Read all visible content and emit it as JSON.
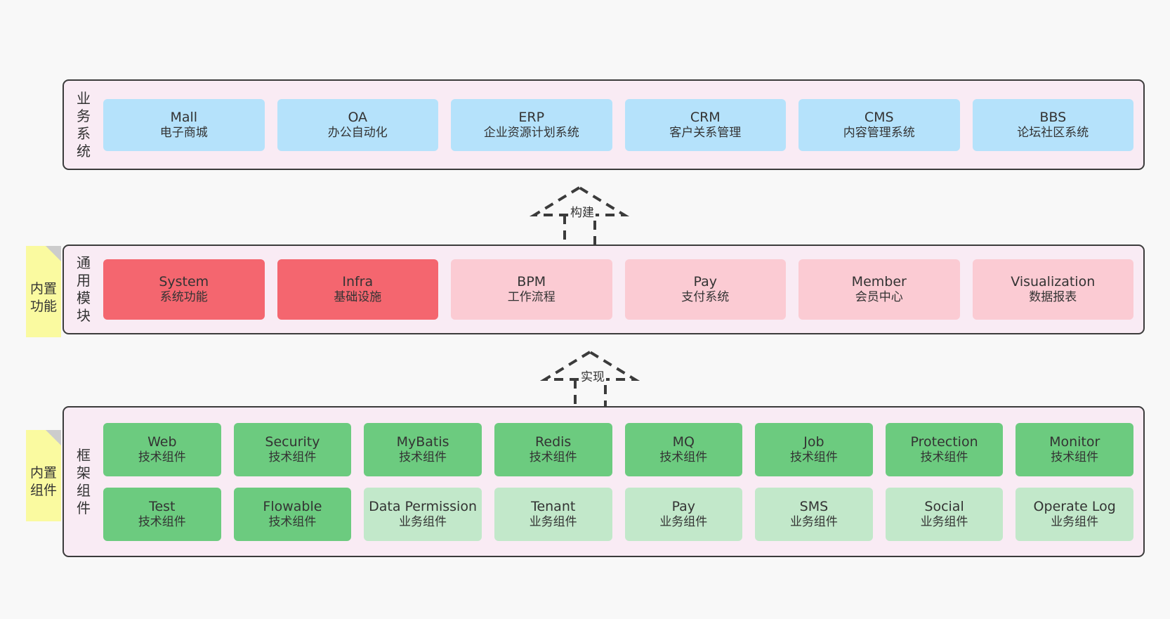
{
  "page": {
    "background": "#f8f8f8",
    "container_fill": "#f9ebf4",
    "container_border": "#3b3b3b"
  },
  "colors": {
    "business_system": "#b5e2fb",
    "core_module": "#f4666f",
    "optional_module": "#fbcbd3",
    "tech_component": "#6ccb7f",
    "biz_component": "#c2e8ca",
    "note": "#fafaa0",
    "note_fold": "#cccccc"
  },
  "layers": [
    {
      "id": "business-systems",
      "title": "业务系统",
      "note": null,
      "rows": [
        {
          "cards": [
            {
              "en": "Mall",
              "cn": "电子商城",
              "style": "blue"
            },
            {
              "en": "OA",
              "cn": "办公自动化",
              "style": "blue"
            },
            {
              "en": "ERP",
              "cn": "企业资源计划系统",
              "style": "blue"
            },
            {
              "en": "CRM",
              "cn": "客户关系管理",
              "style": "blue"
            },
            {
              "en": "CMS",
              "cn": "内容管理系统",
              "style": "blue"
            },
            {
              "en": "BBS",
              "cn": "论坛社区系统",
              "style": "blue"
            }
          ]
        }
      ]
    },
    {
      "id": "common-modules",
      "title": "通用模块",
      "note": "内置功能",
      "rows": [
        {
          "cards": [
            {
              "en": "System",
              "cn": "系统功能",
              "style": "red"
            },
            {
              "en": "Infra",
              "cn": "基础设施",
              "style": "red"
            },
            {
              "en": "BPM",
              "cn": "工作流程",
              "style": "pink"
            },
            {
              "en": "Pay",
              "cn": "支付系统",
              "style": "pink"
            },
            {
              "en": "Member",
              "cn": "会员中心",
              "style": "pink"
            },
            {
              "en": "Visualization",
              "cn": "数据报表",
              "style": "pink"
            }
          ]
        }
      ]
    },
    {
      "id": "framework-components",
      "title": "框架组件",
      "note": "内置组件",
      "rows": [
        {
          "cards": [
            {
              "en": "Web",
              "cn": "技术组件",
              "style": "green"
            },
            {
              "en": "Security",
              "cn": "技术组件",
              "style": "green"
            },
            {
              "en": "MyBatis",
              "cn": "技术组件",
              "style": "green"
            },
            {
              "en": "Redis",
              "cn": "技术组件",
              "style": "green"
            },
            {
              "en": "MQ",
              "cn": "技术组件",
              "style": "green"
            },
            {
              "en": "Job",
              "cn": "技术组件",
              "style": "green"
            },
            {
              "en": "Protection",
              "cn": "技术组件",
              "style": "green"
            },
            {
              "en": "Monitor",
              "cn": "技术组件",
              "style": "green"
            }
          ]
        },
        {
          "cards": [
            {
              "en": "Test",
              "cn": "技术组件",
              "style": "green"
            },
            {
              "en": "Flowable",
              "cn": "技术组件",
              "style": "green"
            },
            {
              "en": "Data Permission",
              "cn": "业务组件",
              "style": "lightgreen"
            },
            {
              "en": "Tenant",
              "cn": "业务组件",
              "style": "lightgreen"
            },
            {
              "en": "Pay",
              "cn": "业务组件",
              "style": "lightgreen"
            },
            {
              "en": "SMS",
              "cn": "业务组件",
              "style": "lightgreen"
            },
            {
              "en": "Social",
              "cn": "业务组件",
              "style": "lightgreen"
            },
            {
              "en": "Operate Log",
              "cn": "业务组件",
              "style": "lightgreen"
            }
          ]
        }
      ]
    }
  ],
  "connectors": [
    {
      "id": "build",
      "label": "构建",
      "from": "common-modules",
      "to": "business-systems"
    },
    {
      "id": "implement",
      "label": "实现",
      "from": "framework-components",
      "to": "common-modules"
    }
  ]
}
